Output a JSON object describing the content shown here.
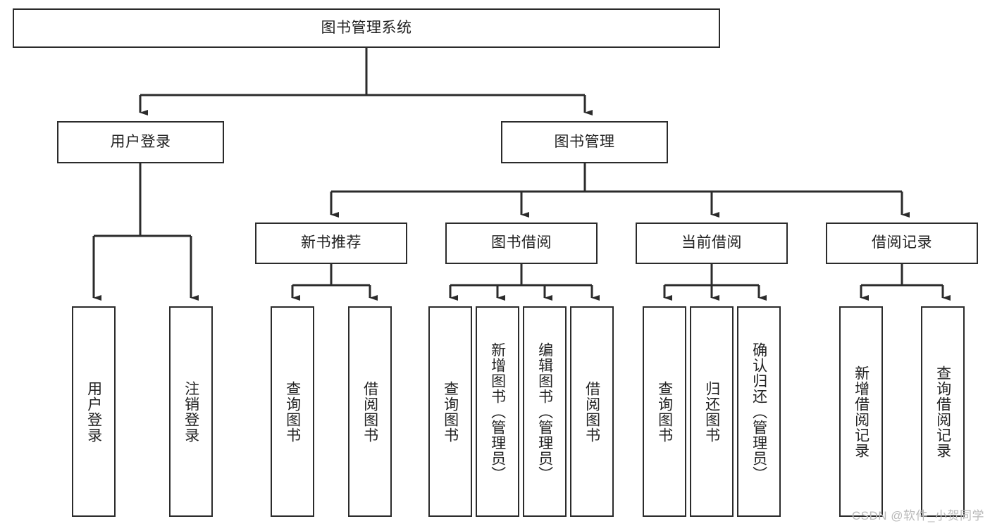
{
  "diagram": {
    "type": "tree",
    "title": "图书管理系统",
    "watermark": "CSDN @软件_小贺同学",
    "colors": {
      "border": "#2b2b2b",
      "background": "#ffffff",
      "text": "#222222",
      "watermark": "#b9b9b9"
    },
    "root": {
      "label": "图书管理系统"
    },
    "level1": [
      {
        "label": "用户登录"
      },
      {
        "label": "图书管理"
      }
    ],
    "level2": [
      {
        "label": "新书推荐"
      },
      {
        "label": "图书借阅"
      },
      {
        "label": "当前借阅"
      },
      {
        "label": "借阅记录"
      }
    ],
    "leaves": {
      "user_login": [
        {
          "label": "用户登录"
        },
        {
          "label": "注销登录"
        }
      ],
      "new_book_recommend": [
        {
          "label": "查询图书"
        },
        {
          "label": "借阅图书"
        }
      ],
      "book_borrow": [
        {
          "label": "查询图书"
        },
        {
          "label": "新增图书（管理员）"
        },
        {
          "label": "编辑图书（管理员）"
        },
        {
          "label": "借阅图书"
        }
      ],
      "current_borrow": [
        {
          "label": "查询图书"
        },
        {
          "label": "归还图书"
        },
        {
          "label": "确认归还（管理员）"
        }
      ],
      "borrow_record": [
        {
          "label": "新增借阅记录"
        },
        {
          "label": "查询借阅记录"
        }
      ]
    }
  }
}
